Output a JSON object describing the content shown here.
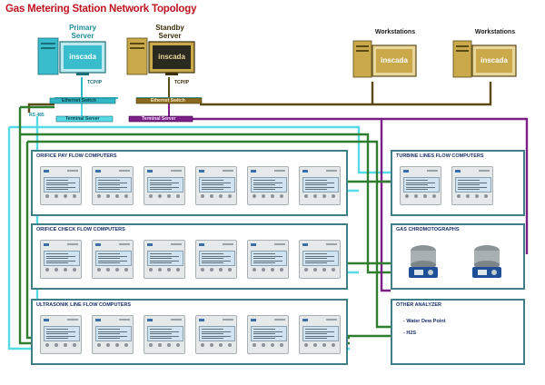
{
  "title": "Gas Metering Station Network Topology",
  "primary_server": {
    "label_line1": "Primary",
    "label_line2": "Server",
    "monitor_text": "inscada",
    "protocol": "TCP/IP"
  },
  "standby_server": {
    "label_line1": "Standby",
    "label_line2": "Server",
    "monitor_text": "inscada",
    "protocol": "TCP/IP"
  },
  "workstations": [
    {
      "label": "Workstations",
      "monitor_text": "inscada"
    },
    {
      "label": "Workstations",
      "monitor_text": "inscada"
    }
  ],
  "network": {
    "ethernet_switch_1": "Ethernet Switch",
    "ethernet_switch_2": "Ethernet Switch",
    "terminal_server_1": "Terminal Server",
    "terminal_server_2": "Terminal Server",
    "rs485": "RS 485"
  },
  "panels": {
    "orifice_pay": {
      "title": "ORIFICE PAY FLOW COMPUTERS",
      "count": 6
    },
    "orifice_check": {
      "title": "ORIFICE CHECK FLOW COMPUTERS",
      "count": 6
    },
    "ultrasonic": {
      "title": "ULTRASONIK LINE FLOW COMPUTERS",
      "count": 6
    },
    "turbine": {
      "title": "TURBINE LINES FLOW COMPUTERS",
      "count": 2
    },
    "chromatographs": {
      "title": "GAS CHROMOTOGRAPHS",
      "count": 2
    },
    "other": {
      "title": "OTHER ANALYZER",
      "items": [
        "- Water Dew Point",
        "- H2S"
      ]
    }
  },
  "colors": {
    "title": "#c0121f",
    "primary": "#31b6c4",
    "standby": "#8a6a1e",
    "green": "#2f7d2f",
    "purple": "#7a1f86",
    "cyan": "#56dbe6",
    "panel_border": "#3f7f86",
    "workstation": "#c9a94a"
  }
}
